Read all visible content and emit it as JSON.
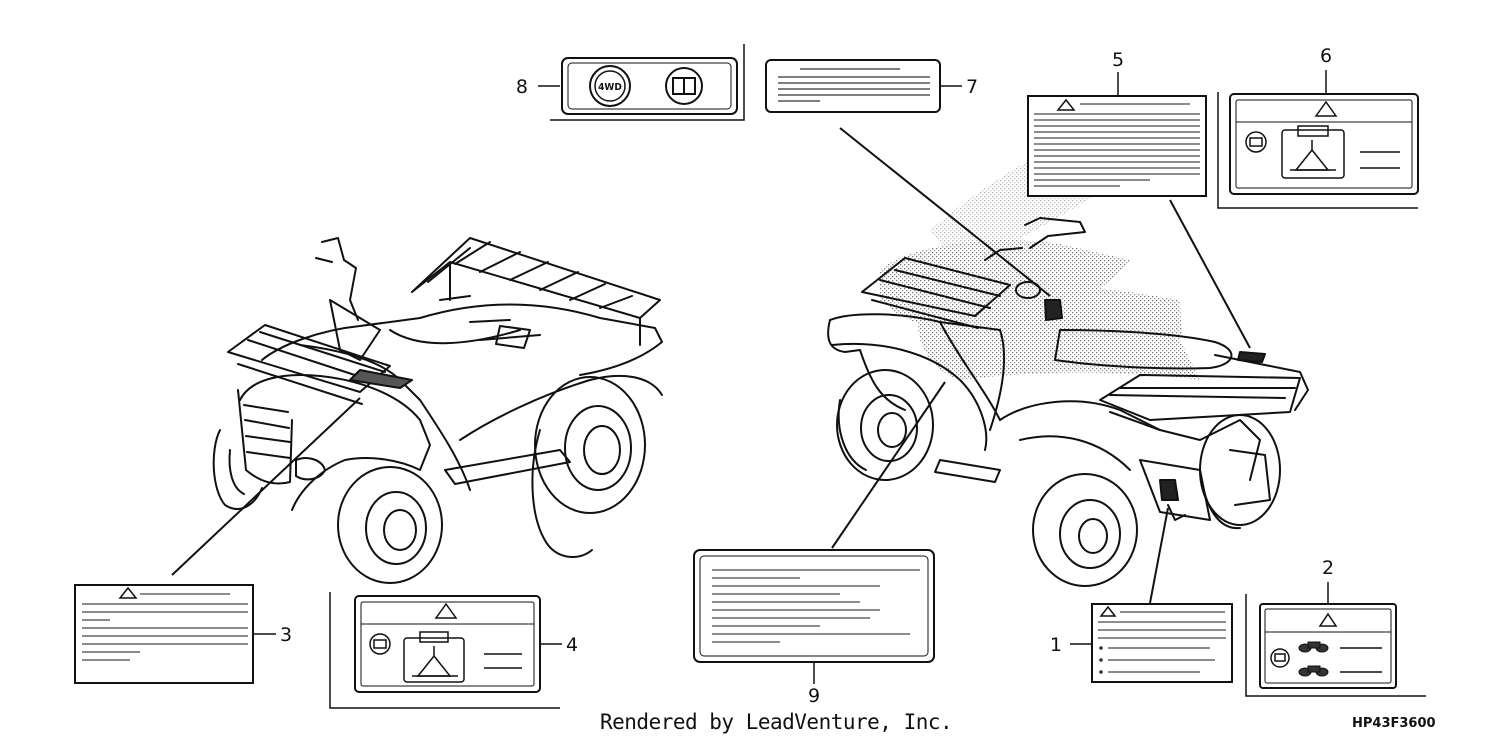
{
  "diagram": {
    "callouts": [
      {
        "id": "c1",
        "label": "1"
      },
      {
        "id": "c2",
        "label": "2"
      },
      {
        "id": "c3",
        "label": "3"
      },
      {
        "id": "c4",
        "label": "4"
      },
      {
        "id": "c5",
        "label": "5"
      },
      {
        "id": "c6",
        "label": "6"
      },
      {
        "id": "c7",
        "label": "7"
      },
      {
        "id": "c8",
        "label": "8"
      },
      {
        "id": "c9",
        "label": "9"
      }
    ],
    "icon_4wd_text": "4WD"
  },
  "footer": {
    "credit": "Rendered by LeadVenture, Inc.",
    "part_code": "HP43F3600"
  }
}
